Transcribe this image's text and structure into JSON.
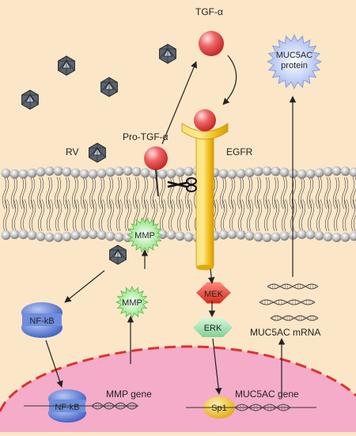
{
  "labels": {
    "tgf_alpha": "TGF-α",
    "pro_tgf_alpha": "Pro-TGF-α",
    "egfr": "EGFR",
    "rv": "RV",
    "mmp_membrane": "MMP",
    "mmp_cytoplasm": "MMP",
    "nfkb_cytoplasm": "NF-kB",
    "nfkb_nucleus": "NF-kB",
    "mek": "MEK",
    "erk": "ERK",
    "sp1": "Sp1",
    "mmp_gene": "MMP gene",
    "muc5ac_gene": "MUC5AC gene",
    "muc5ac_mrna": "MUC5AC mRNA",
    "muc5ac_protein_line1": "MUC5AC",
    "muc5ac_protein_line2": "protein"
  },
  "colors": {
    "background": "#fbe7c8",
    "nucleus": "#f2a8c8",
    "nuclear_envelope": "#e0312f",
    "ligand": "#e94b4b",
    "egfr": "#f3c21d",
    "mmp": "#b8f0a8",
    "nfkb": "#5d7fd6",
    "mek": "#e84030",
    "erk": "#9fe0ae",
    "sp1": "#f3c21d",
    "muc5ac_protein": "#b9c9f2"
  },
  "icons": {
    "virus": "icosahedron-virus-icon",
    "scissors": "scissors-icon",
    "dna": "dna-helix-icon"
  }
}
